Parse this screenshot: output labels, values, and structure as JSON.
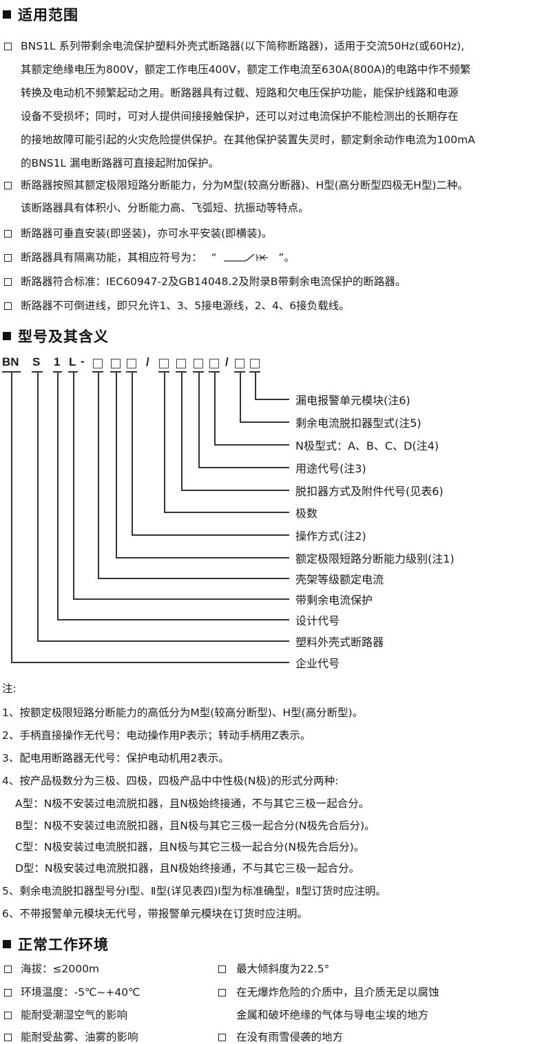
{
  "sections": {
    "scope": {
      "title": "适用范围",
      "items": [
        {
          "lines": [
            "BNS1L 系列带剩余电流保护塑料外壳式断路器(以下简称断路器)，适用于交流50Hz(或60Hz),",
            "其额定绝缘电压为800V，额定工作电压400V，额定工作电流至630A(800A)的电路中作不频繁",
            "转换及电动机不频繁起动之用。断路器具有过载、短路和欠电压保护功能，能保护线路和电源",
            "设备不受损坏；同时，可对人提供间接接触保护，还可以对过电流保护不能检测出的长期存在",
            "的接地故障可能引起的火灾危险提供保护。在其他保护装置失灵时，额定剩余动作电流为100mA",
            "的BNS1L 漏电断路器可直接起附加保护。"
          ]
        },
        {
          "lines": [
            "断路器按照其额定极限短路分断能力，分为M型(较高分断器)、H型(高分断型四极无H型)二种。",
            "该断路器具有体积小、分断能力高、飞弧短、抗振动等特点。"
          ]
        },
        {
          "lines": [
            "断路器可垂直安装(即竖装)，亦可水平安装(即横装)。"
          ]
        },
        {
          "lines": [
            "断路器具有隔离功能，其相应符号为："
          ],
          "symbol_open": "“",
          "symbol_close": "”。",
          "symbol_icon": "isolator-switch-symbol"
        },
        {
          "lines": [
            "断路器符合标准：IEC60947-2及GB14048.2及附录B带剩余电流保护的断路器。"
          ]
        },
        {
          "lines": [
            "断路器不可倒进线，即只允许1、3、5接电源线，2、4、6接负载线。"
          ]
        }
      ]
    },
    "model": {
      "title": "型号及其含义",
      "code_parts": [
        "BN",
        "S",
        "1",
        "L",
        "-",
        "/",
        "/"
      ],
      "labels": [
        "漏电报警单元模块(注6)",
        "剩余电流脱扣器型式(注5)",
        "N极型式：A、B、C、D(注4)",
        "用途代号(注3)",
        "脱扣器方式及附件代号(见表6)",
        "极数",
        "操作方式(注2)",
        "额定极限短路分断能力级别(注1)",
        "壳架等级额定电流",
        "带剩余电流保护",
        "设计代号",
        "塑料外壳式断路器",
        "企业代号"
      ]
    },
    "notes": {
      "title": "注:",
      "items": [
        "1、按额定极限短路分断能力的高低分为M型(较高分断型)、H型(高分断型)。",
        "2、手柄直接操作无代号：电动操作用P表示；转动手柄用Z表示。",
        "3、配电用断路器无代号：保护电动机用2表示。",
        "4、按产品极数分为三极、四极，四极产品中中性极(N极)的形式分两种:",
        "A型：N极不安装过电流脱扣器，且N极始终接通，不与其它三极一起合分。",
        "B型：N极不安装过电流脱扣器，且N极与其它三极一起合分(N极先合后分)。",
        "C型：N极安装过电流脱扣器，且N极与其它三极一起合分(N极先合后分)。",
        "D型：N极安装过电流脱扣器，且N极始终接通，不与其它三极一起合分。",
        "5、剩余电流脱扣器型号分Ⅰ型、Ⅱ型(详见表四)Ⅰ型为标准确型，Ⅱ型订货时应注明。",
        "6、不带报警单元模块无代号，带报警单元模块在订货时应注明。"
      ]
    },
    "environment": {
      "title": "正常工作环境",
      "left": [
        "海拔：≤2000m",
        "环境温度：-5℃~+40℃",
        "能耐受潮湿空气的影响",
        "能耐受盐雾、油雾的影响"
      ],
      "right": [
        "最大倾斜度为22.5°",
        "在无爆炸危险的介质中，且介质无足以腐蚀",
        "金属和破坏绝缘的气体与导电尘埃的地方",
        "在没有雨雪侵袭的地方"
      ]
    }
  }
}
